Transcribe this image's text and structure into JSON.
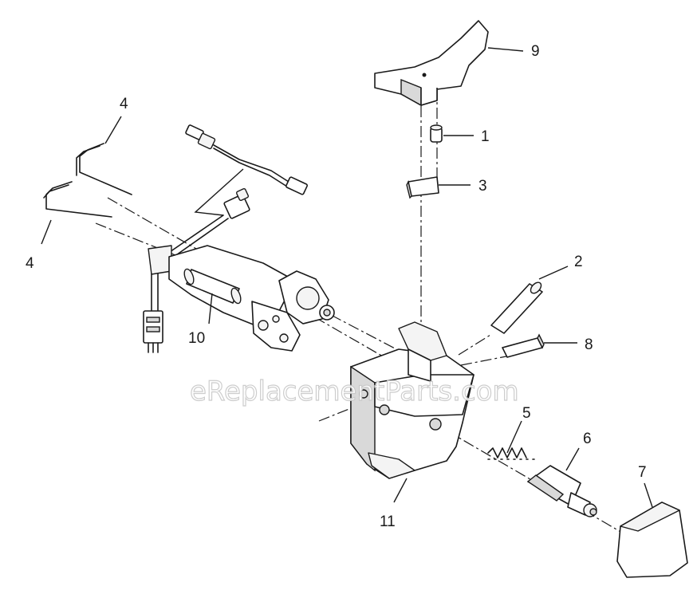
{
  "diagram": {
    "callouts": {
      "c1": "1",
      "c2": "2",
      "c3": "3",
      "c4a": "4",
      "c4b": "4",
      "c5": "5",
      "c6": "6",
      "c7": "7",
      "c8": "8",
      "c9": "9",
      "c10": "10",
      "c11": "11"
    },
    "watermark": "eReplacementParts.com"
  }
}
